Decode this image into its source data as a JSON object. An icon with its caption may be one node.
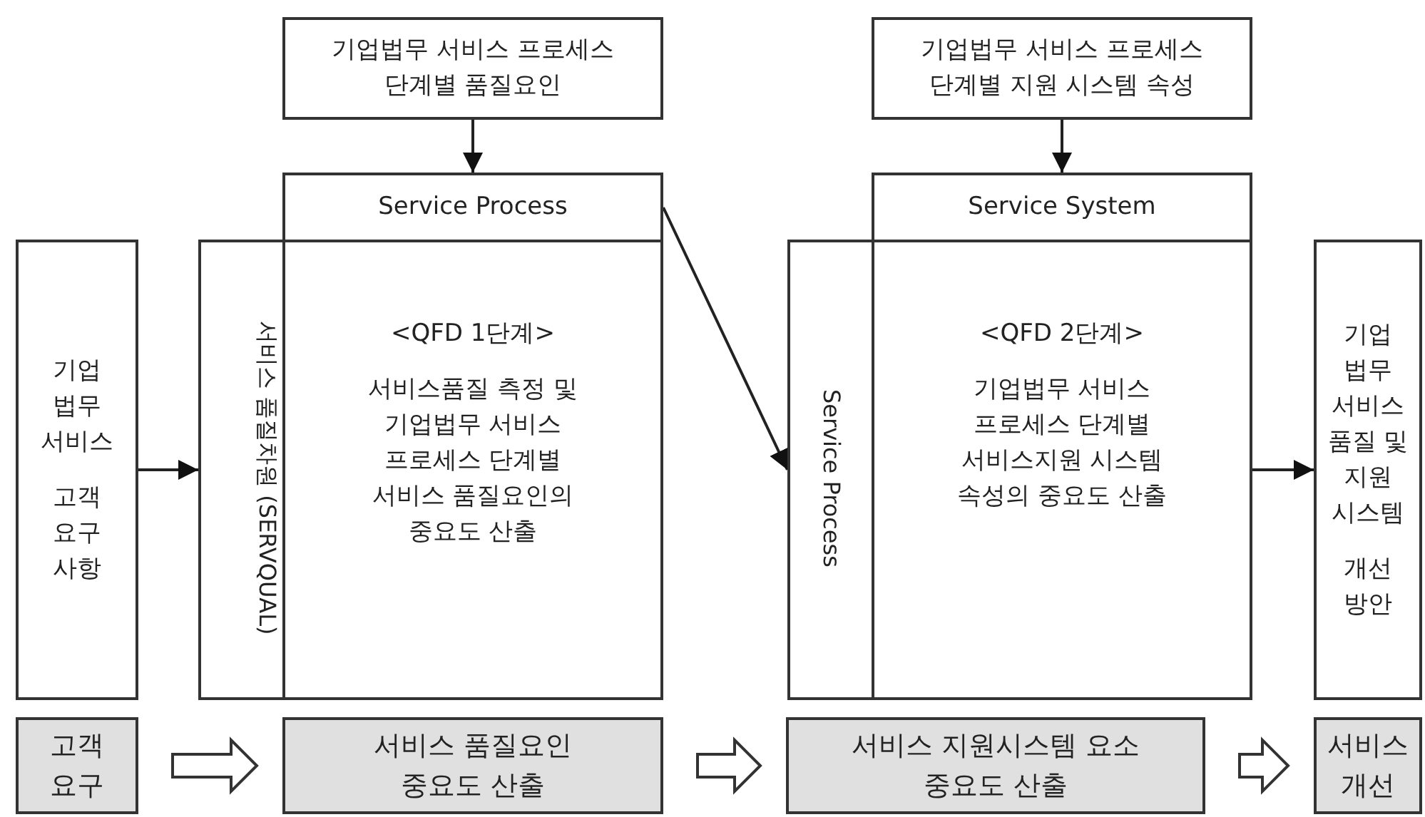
{
  "diagram": {
    "nodes": [
      {
        "text": [
          "기업법무 서비스 프로세스 단계별 품질요인"
        ]
      },
      {
        "text": [
          "기업법무 서비스 프로세스 단계별 지원 시스템 속성"
        ]
      },
      {
        "text": [
          "Service Process"
        ]
      },
      {
        "text": [
          "Service System"
        ]
      },
      {
        "text": [
          "기업 법무 서비스",
          "고객 요구 사항"
        ]
      },
      {
        "text": [
          "서비스 품질차원 (SERVQUAL)"
        ]
      },
      {
        "text": [
          "<QFD 1단계>",
          "서비스품질 측정 및 기업법무 서비스 프로세스 단계별 서비스 품질요인의 중요도 산출"
        ]
      },
      {
        "text": [
          "Service Process"
        ]
      },
      {
        "text": [
          "<QFD 2단계>",
          "기업법무 서비스 프로세스 단계별 서비스지원 시스템 속성의 중요도 산출"
        ]
      },
      {
        "text": [
          "기업 법무 서비스 품질 및 지원 시스템",
          "개선 방안"
        ]
      },
      {
        "text": [
          "고객 요구"
        ]
      },
      {
        "text": [
          "서비스 품질요인 중요도 산출"
        ]
      },
      {
        "text": [
          "서비스 지원시스템 요소 중요도 산출"
        ]
      },
      {
        "text": [
          "서비스 개선"
        ]
      }
    ],
    "edges": [
      {
        "from": 0,
        "to": 2,
        "arrow": "to"
      },
      {
        "from": 1,
        "to": 3,
        "arrow": "to"
      },
      {
        "from": 4,
        "to": 5,
        "arrow": "to"
      },
      {
        "from": 2,
        "to": 7,
        "arrow": "to"
      },
      {
        "from": 8,
        "to": 9,
        "arrow": "to"
      },
      {
        "from": 10,
        "to": 11,
        "arrow": "to",
        "style": "thick"
      },
      {
        "from": 11,
        "to": 12,
        "arrow": "to",
        "style": "thick"
      },
      {
        "from": 12,
        "to": 13,
        "arrow": "to",
        "style": "thick"
      }
    ]
  }
}
